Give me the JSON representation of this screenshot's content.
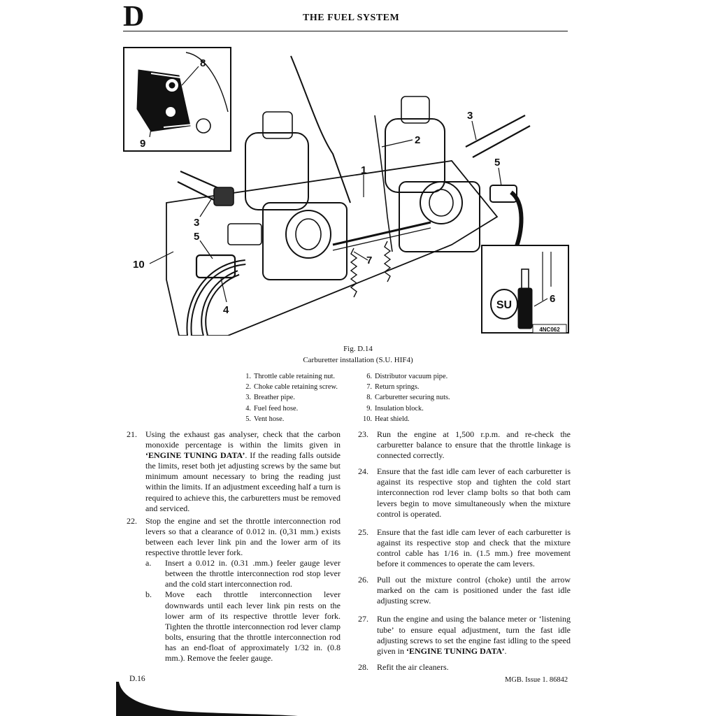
{
  "header": {
    "section_letter": "D",
    "title": "THE FUEL SYSTEM"
  },
  "figure": {
    "number": "Fig. D.14",
    "caption": "Carburetter installation (S.U. HIF4)",
    "callouts": [
      "8",
      "9",
      "3",
      "2",
      "1",
      "5",
      "3",
      "5",
      "10",
      "4",
      "7",
      "6"
    ],
    "inset_code": "4NC062",
    "inset_logo": "SU"
  },
  "legend": {
    "left": [
      {
        "num": "1.",
        "text": "Throttle cable retaining nut."
      },
      {
        "num": "2.",
        "text": "Choke cable retaining screw."
      },
      {
        "num": "3.",
        "text": "Breather pipe."
      },
      {
        "num": "4.",
        "text": "Fuel feed hose."
      },
      {
        "num": "5.",
        "text": "Vent hose."
      }
    ],
    "right": [
      {
        "num": "6.",
        "text": "Distributor vacuum pipe."
      },
      {
        "num": "7.",
        "text": "Return springs."
      },
      {
        "num": "8.",
        "text": "Carburetter securing nuts."
      },
      {
        "num": "9.",
        "text": "Insulation block."
      },
      {
        "num": "10.",
        "text": "Heat shield."
      }
    ]
  },
  "steps": {
    "s21": {
      "num": "21.",
      "pre": "Using the exhaust gas analyser, check that the carbon monoxide percentage is within the limits given in ",
      "bold": "‘ENGINE TUNING DATA’",
      "post": ". If the reading falls outside the limits, reset both jet adjusting screws by the same but minimum amount necessary to bring the reading just within the limits. If an adjustment exceeding half a turn is required to achieve this, the carburetters must be removed and serviced."
    },
    "s22": {
      "num": "22.",
      "text": "Stop the engine and set the throttle interconnection rod levers so that a clearance of 0.012 in. (0,31 mm.) exists between each lever link pin and the lower arm of its respective throttle lever fork."
    },
    "s22a": {
      "let": "a.",
      "text": "Insert a 0.012 in. (0.31 .mm.) feeler gauge lever between the throttle interconnection rod stop lever and the cold start interconnection rod."
    },
    "s22b": {
      "let": "b.",
      "text": "Move each throttle interconnection lever downwards until each lever link pin rests on the lower arm of its respective throttle lever fork. Tighten the throttle interconnection rod lever clamp bolts, ensuring that the throttle interconnection rod has an end-float of approximately 1/32 in. (0.8 mm.). Remove the feeler gauge."
    },
    "s23": {
      "num": "23.",
      "text": "Run the engine at 1,500 r.p.m. and re-check the carburetter balance to ensure that the throttle linkage is connected correctly."
    },
    "s24": {
      "num": "24.",
      "text": "Ensure that the fast idle cam lever of each carburetter is against its respective stop and tighten the cold start interconnection rod lever clamp bolts so that both cam levers begin to move simultaneously when the mixture control is operated."
    },
    "s25": {
      "num": "25.",
      "text": "Ensure that the fast idle cam lever of each carburetter is against its respective stop and check that the mixture control cable has 1/16 in. (1.5 mm.) free movement before it commences to operate the cam levers."
    },
    "s26": {
      "num": "26.",
      "text": "Pull out the mixture control (choke) until the arrow marked on the cam is positioned under the fast idle adjusting screw."
    },
    "s27": {
      "num": "27.",
      "pre": "Run the engine and using the balance meter or ‘listening tube’ to ensure equal adjustment, turn the fast idle adjusting screws to set the engine fast idling to the speed given in ",
      "bold": "‘ENGINE TUNING DATA’",
      "post": "."
    },
    "s28": {
      "num": "28.",
      "text": "Refit the air cleaners."
    }
  },
  "footer": {
    "page": "D.16",
    "ref": "MGB.   Issue 1.   86842"
  }
}
